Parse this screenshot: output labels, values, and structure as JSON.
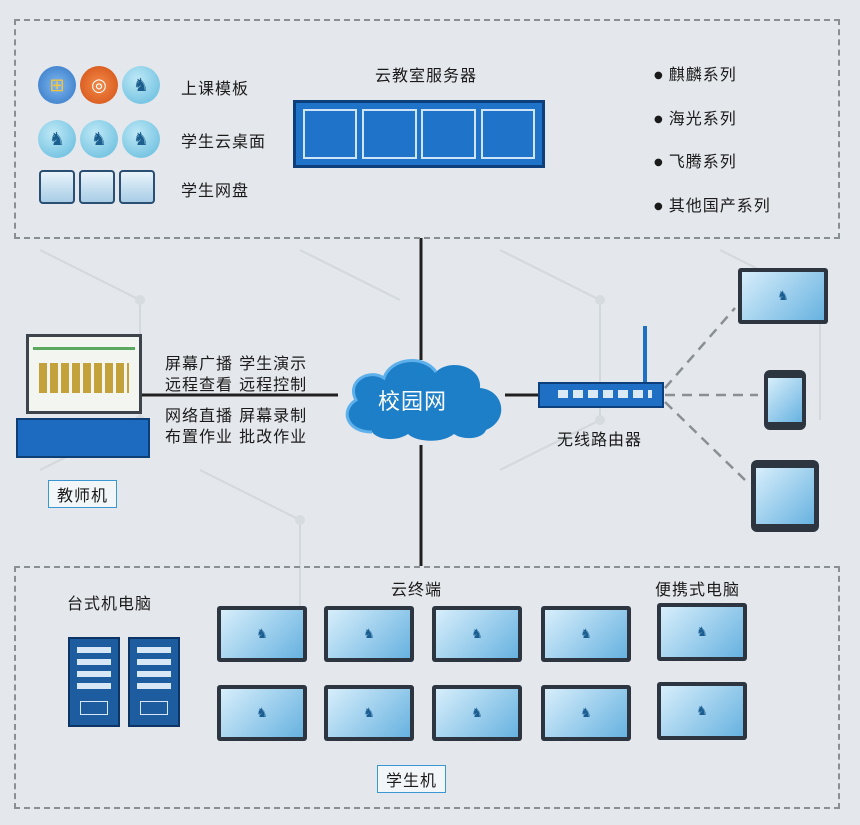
{
  "server_box": {
    "title": "云教室服务器",
    "items": [
      "上课模板",
      "学生云桌面",
      "学生网盘"
    ],
    "os_series": [
      "麒麟系列",
      "海光系列",
      "飞腾系列",
      "其他国产系列"
    ]
  },
  "teacher": {
    "functions": [
      "屏幕广播 学生演示",
      "远程查看 远程控制",
      "网络直播 屏幕录制",
      "布置作业 批改作业"
    ],
    "caption": "教师机"
  },
  "network": {
    "label": "校园网"
  },
  "router": {
    "label": "无线路由器"
  },
  "students": {
    "desktop_label": "台式机电脑",
    "cloud_terminal_label": "云终端",
    "laptop_label": "便携式电脑",
    "caption": "学生机"
  },
  "colors": {
    "accent": "#1f73c9",
    "cloud": "#1e7fc9",
    "dash": "#8a8f94"
  }
}
